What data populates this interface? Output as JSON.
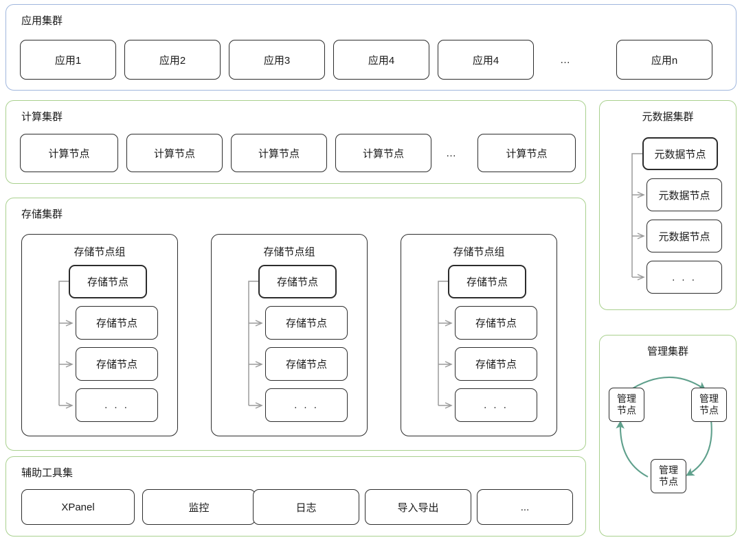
{
  "app_cluster": {
    "title": "应用集群",
    "nodes": [
      {
        "label": "应用1"
      },
      {
        "label": "应用2"
      },
      {
        "label": "应用3"
      },
      {
        "label": "应用4"
      },
      {
        "label": "应用4"
      },
      {
        "label": "应用n"
      }
    ],
    "ellipsis": "…",
    "border_color": "#9fb6dd"
  },
  "compute_cluster": {
    "title": "计算集群",
    "nodes": [
      {
        "label": "计算节点"
      },
      {
        "label": "计算节点"
      },
      {
        "label": "计算节点"
      },
      {
        "label": "计算节点"
      },
      {
        "label": "计算节点"
      }
    ],
    "ellipsis": "…",
    "border_color": "#a8d08d"
  },
  "storage_cluster": {
    "title": "存储集群",
    "border_color": "#a8d08d",
    "groups": [
      {
        "title": "存储节点组",
        "nodes": [
          {
            "label": "存储节点",
            "role": "master"
          },
          {
            "label": "存储节点",
            "role": "follower"
          },
          {
            "label": "存储节点",
            "role": "follower"
          },
          {
            "label": ". . .",
            "role": "more"
          }
        ]
      },
      {
        "title": "存储节点组",
        "nodes": [
          {
            "label": "存储节点",
            "role": "master"
          },
          {
            "label": "存储节点",
            "role": "follower"
          },
          {
            "label": "存储节点",
            "role": "follower"
          },
          {
            "label": ". . .",
            "role": "more"
          }
        ]
      },
      {
        "title": "存储节点组",
        "nodes": [
          {
            "label": "存储节点",
            "role": "master"
          },
          {
            "label": "存储节点",
            "role": "follower"
          },
          {
            "label": "存储节点",
            "role": "follower"
          },
          {
            "label": ". . .",
            "role": "more"
          }
        ]
      }
    ]
  },
  "metadata_cluster": {
    "title": "元数据集群",
    "border_color": "#a8d08d",
    "nodes": [
      {
        "label": "元数据节点",
        "role": "master"
      },
      {
        "label": "元数据节点",
        "role": "follower"
      },
      {
        "label": "元数据节点",
        "role": "follower"
      },
      {
        "label": ". . .",
        "role": "more"
      }
    ]
  },
  "management_cluster": {
    "title": "管理集群",
    "border_color": "#a8d08d",
    "arrow_color": "#5fa08c",
    "nodes": [
      {
        "line1": "管理",
        "line2": "节点"
      },
      {
        "line1": "管理",
        "line2": "节点"
      },
      {
        "line1": "管理",
        "line2": "节点"
      }
    ]
  },
  "tools_cluster": {
    "title": "辅助工具集",
    "border_color": "#a8d08d",
    "nodes": [
      {
        "label": "XPanel"
      },
      {
        "label": "监控"
      },
      {
        "label": "日志"
      },
      {
        "label": "导入导出"
      },
      {
        "label": "..."
      }
    ]
  }
}
